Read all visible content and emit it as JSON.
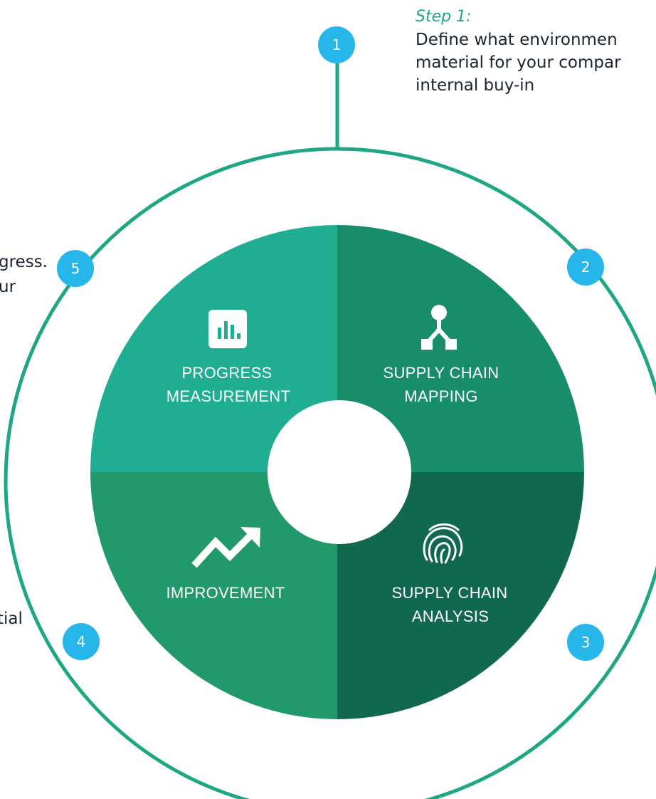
{
  "steps": [
    {
      "number": "1",
      "title": "Step 1:",
      "lines": [
        "Define what environmen",
        "material for your compar",
        "internal buy-in"
      ]
    },
    {
      "number": "2"
    },
    {
      "number": "3"
    },
    {
      "number": "4",
      "fragment": [
        "tial"
      ]
    },
    {
      "number": "5",
      "fragment": [
        "gress.",
        "ur"
      ]
    }
  ],
  "segments": [
    {
      "label": [
        "PROGRESS",
        "MEASUREMENT"
      ],
      "icon": "bar-chart-icon",
      "color": "#1fae92"
    },
    {
      "label": [
        "SUPPLY CHAIN",
        "MAPPING"
      ],
      "icon": "hierarchy-icon",
      "color": "#188d6c"
    },
    {
      "label": [
        "SUPPLY CHAIN",
        "ANALYSIS"
      ],
      "icon": "fingerprint-icon",
      "color": "#10684e"
    },
    {
      "label": [
        "IMPROVEMENT"
      ],
      "icon": "trend-up-icon",
      "color": "#21996a"
    }
  ],
  "colors": {
    "ring": "#1fa682",
    "badge": "#27b6e9",
    "text": "#1b2430",
    "step_title": "#1fa682"
  }
}
